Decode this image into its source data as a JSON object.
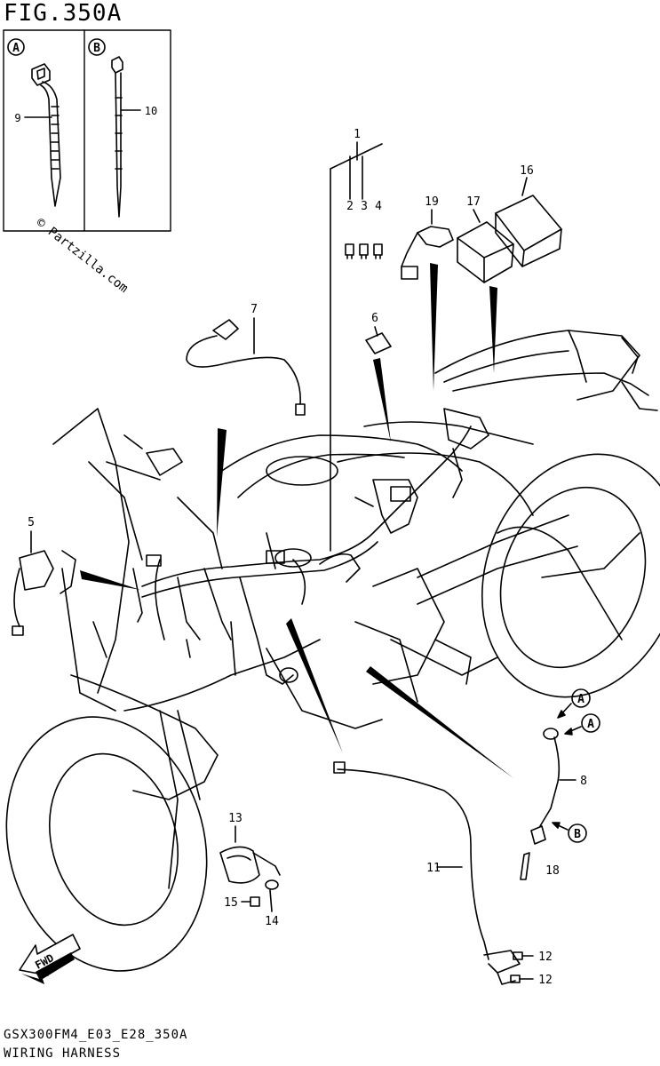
{
  "figure": {
    "title": "FIG.350A",
    "code": "GSX300FM4_E03_E28_350A",
    "caption": "WIRING HARNESS",
    "watermark": "© Partzilla.com",
    "fwd_label": "FWD"
  },
  "insets": [
    {
      "letter": "A",
      "part": "9"
    },
    {
      "letter": "B",
      "part": "10"
    }
  ],
  "callouts": [
    "1",
    "2",
    "3",
    "4",
    "5",
    "6",
    "7",
    "8",
    "11",
    "12",
    "12",
    "13",
    "14",
    "15",
    "16",
    "17",
    "18",
    "19"
  ],
  "ref_marks": [
    "A",
    "A",
    "B"
  ]
}
